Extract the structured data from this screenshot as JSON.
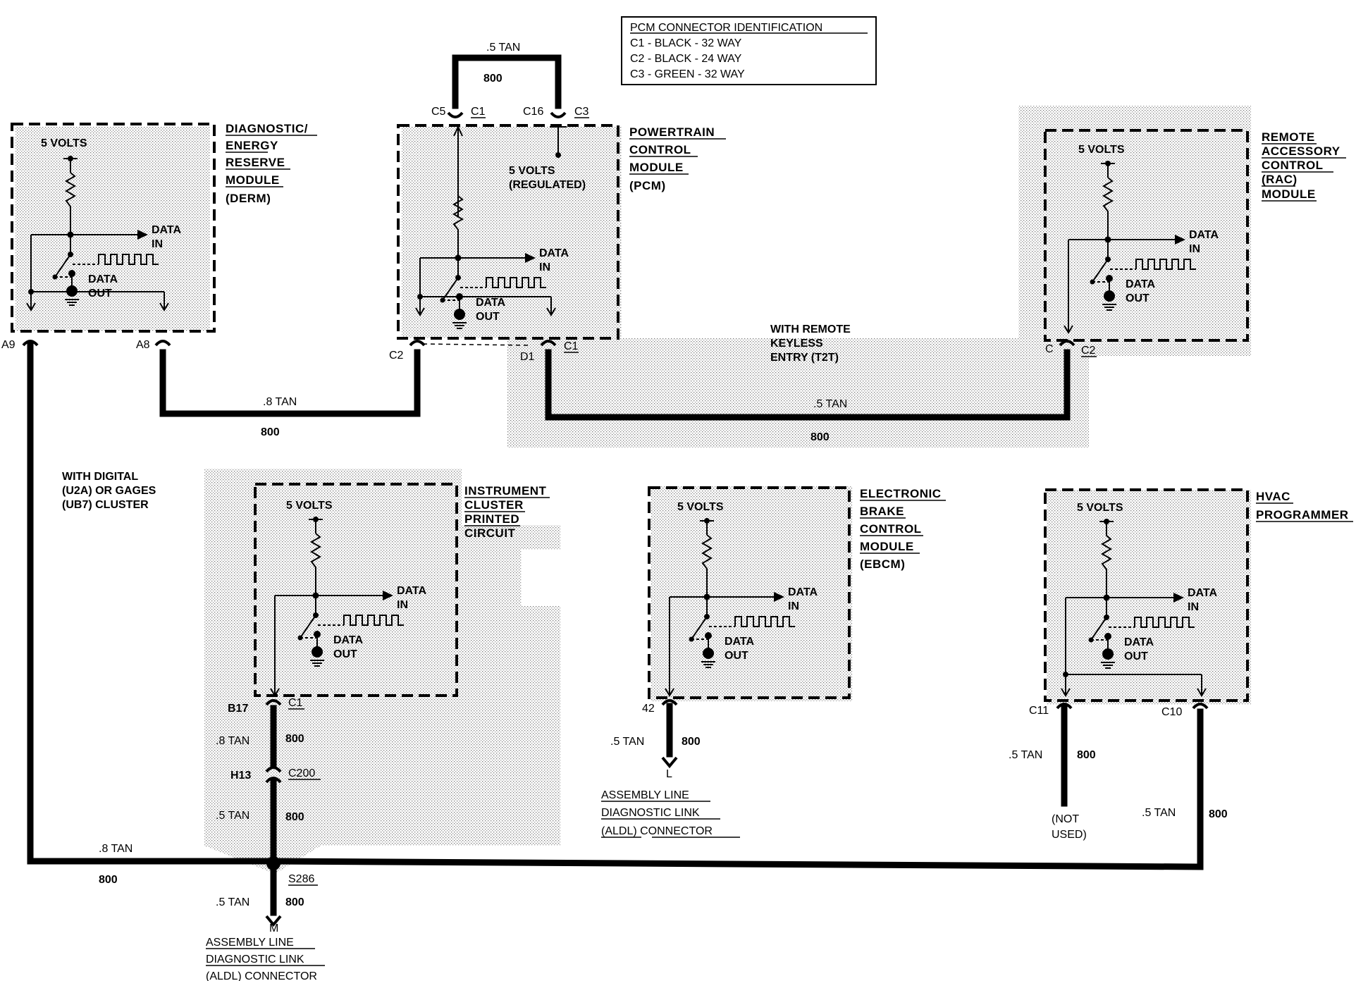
{
  "legend": {
    "title": "PCM CONNECTOR IDENTIFICATION",
    "lines": [
      "C1 - BLACK - 32 WAY",
      "C2 - BLACK - 24 WAY",
      "C3 - GREEN - 32 WAY"
    ]
  },
  "modules": {
    "derm": {
      "name": [
        "DIAGNOSTIC/",
        "ENERGY",
        "RESERVE",
        "MODULE",
        "(DERM)"
      ],
      "volts": "5 VOLTS",
      "data_in": [
        "DATA",
        "IN"
      ],
      "data_out": [
        "DATA",
        "OUT"
      ]
    },
    "pcm": {
      "name": [
        "POWERTRAIN",
        "CONTROL",
        "MODULE",
        "(PCM)"
      ],
      "volts": [
        "5 VOLTS",
        "(REGULATED)"
      ],
      "data_in": [
        "DATA",
        "IN"
      ],
      "data_out": [
        "DATA",
        "OUT"
      ]
    },
    "rac": {
      "name": [
        "REMOTE",
        "ACCESSORY",
        "CONTROL",
        "(RAC)",
        "MODULE"
      ],
      "volts": "5 VOLTS",
      "data_in": [
        "DATA",
        "IN"
      ],
      "data_out": [
        "DATA",
        "OUT"
      ]
    },
    "ipc": {
      "name": [
        "INSTRUMENT",
        "CLUSTER",
        "PRINTED",
        "CIRCUIT"
      ],
      "volts": "5 VOLTS",
      "data_in": [
        "DATA",
        "IN"
      ],
      "data_out": [
        "DATA",
        "OUT"
      ]
    },
    "ebcm": {
      "name": [
        "ELECTRONIC",
        "BRAKE",
        "CONTROL",
        "MODULE",
        "(EBCM)"
      ],
      "volts": "5 VOLTS",
      "data_in": [
        "DATA",
        "IN"
      ],
      "data_out": [
        "DATA",
        "OUT"
      ]
    },
    "hvac": {
      "name": [
        "HVAC",
        "PROGRAMMER"
      ],
      "volts": "5 VOLTS",
      "data_in": [
        "DATA",
        "IN"
      ],
      "data_out": [
        "DATA",
        "OUT"
      ]
    }
  },
  "pins": {
    "a9": "A9",
    "a8": "A8",
    "c2": "C2",
    "d1": "D1",
    "c1_pcm": "C1",
    "c5": "C5",
    "c1_top": "C1",
    "c16": "C16",
    "c3": "C3",
    "c_rac": "C",
    "c2_rac": "C2",
    "b17": "B17",
    "c1_ipc": "C1",
    "h13": "H13",
    "c200": "C200",
    "s286": "S286",
    "m": "M",
    "pin42": "42",
    "l": "L",
    "c11": "C11",
    "c10": "C10"
  },
  "wires": {
    "tan05": ".5 TAN",
    "tan08": ".8 TAN",
    "circuit": "800"
  },
  "notes": {
    "remote_keyless": [
      "WITH REMOTE",
      "KEYLESS",
      "ENTRY (T2T)"
    ],
    "digital_cluster": [
      "WITH DIGITAL",
      "(U2A) OR GAGES",
      "(UB7) CLUSTER"
    ],
    "not_used": [
      "(NOT",
      "USED)"
    ],
    "aldl_ebcm": [
      "ASSEMBLY LINE",
      "DIAGNOSTIC LINK",
      "(ALDL)  CONNECTOR"
    ],
    "aldl_main": [
      "ASSEMBLY LINE",
      "DIAGNOSTIC LINK",
      "(ALDL) CONNECTOR"
    ]
  }
}
